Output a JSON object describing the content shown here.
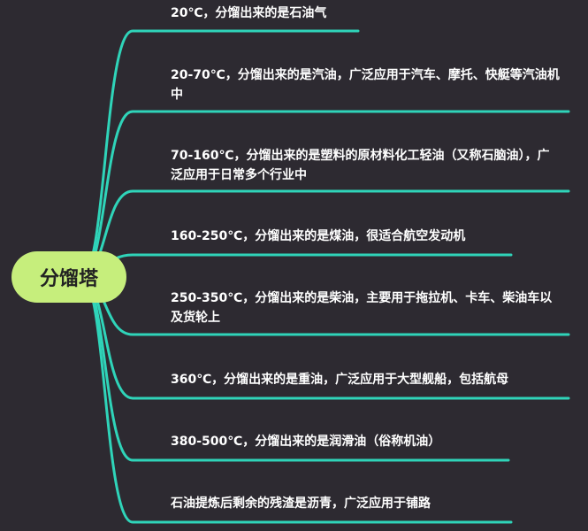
{
  "root": {
    "label": "分馏塔",
    "fill_color": "#c6ee7c"
  },
  "branch_color": "#2fd4b9",
  "background_color": "#2d2a31",
  "branches": [
    {
      "label": "20℃，分馏出来的是石油气"
    },
    {
      "label": "20-70℃，分馏出来的是汽油，广泛应用于汽车、摩托、快艇等汽油机中"
    },
    {
      "label": "70-160℃，分馏出来的是塑料的原材料化工轻油（又称石脑油），广泛应用于日常多个行业中"
    },
    {
      "label": "160-250℃，分馏出来的是煤油，很适合航空发动机"
    },
    {
      "label": "250-350℃，分馏出来的是柴油，主要用于拖拉机、卡车、柴油车以及货轮上"
    },
    {
      "label": "360℃，分馏出来的是重油，广泛应用于大型舰船，包括航母"
    },
    {
      "label": "380-500℃，分馏出来的是润滑油（俗称机油）"
    },
    {
      "label": "石油提炼后剩余的残渣是沥青，广泛应用于铺路"
    }
  ]
}
